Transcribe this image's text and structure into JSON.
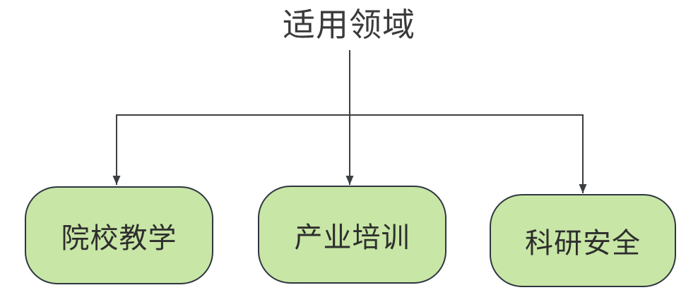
{
  "diagram": {
    "title": "适用领域",
    "nodes": [
      {
        "id": "college-teaching",
        "label": "院校教学"
      },
      {
        "id": "industry-training",
        "label": "产业培训"
      },
      {
        "id": "research-safety",
        "label": "科研安全"
      }
    ],
    "colors": {
      "node_fill": "#c8e6a6",
      "node_border": "#2f3640",
      "line_color": "#3c3f42",
      "text_color": "#2e2e2e",
      "title_color": "#3a3a3a"
    }
  }
}
